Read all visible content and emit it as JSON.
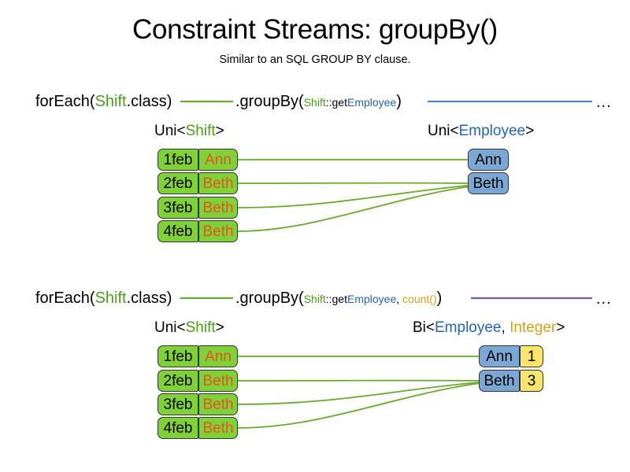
{
  "page": {
    "title": "Constraint Streams: groupBy()",
    "subtitle": "Similar to an SQL GROUP BY clause."
  },
  "colors": {
    "shift_green": "#80d037",
    "employee_blue": "#7ba7d4",
    "count_yellow": "#fbe46a",
    "name_orange": "#e8521e",
    "code_green": "#4d9b1f",
    "code_blue": "#2a63b5",
    "code_gold": "#d8a11a",
    "link_green": "#6aa82e",
    "link_blue": "#5b82c0",
    "link_purple": "#7b5a9e"
  },
  "sections": [
    {
      "id": "groupby-single",
      "code": {
        "for_each_open": "forEach(",
        "for_each_type": "Shift",
        "for_each_close": ".class)",
        "group_by_open": ".groupBy(",
        "mapper_class": "Shift",
        "mapper_sep": "::get",
        "mapper_prop": "Employee",
        "group_by_close": ")",
        "ellipsis": "..."
      },
      "left_label": {
        "prefix": "Uni<",
        "type": "Shift",
        "suffix": ">"
      },
      "right_label": {
        "prefix": "Uni<",
        "type": "Employee",
        "suffix": ">"
      },
      "shifts": [
        {
          "date": "1feb",
          "employee": "Ann"
        },
        {
          "date": "2feb",
          "employee": "Beth"
        },
        {
          "date": "3feb",
          "employee": "Beth"
        },
        {
          "date": "4feb",
          "employee": "Beth"
        }
      ],
      "results": [
        {
          "employee": "Ann"
        },
        {
          "employee": "Beth"
        }
      ]
    },
    {
      "id": "groupby-count",
      "code": {
        "for_each_open": "forEach(",
        "for_each_type": "Shift",
        "for_each_close": ".class)",
        "group_by_open": ".groupBy(",
        "mapper_class": "Shift",
        "mapper_sep": "::get",
        "mapper_prop": "Employee",
        "collector_sep": ", ",
        "collector": "count()",
        "group_by_close": ")",
        "ellipsis": "..."
      },
      "left_label": {
        "prefix": "Uni<",
        "type": "Shift",
        "suffix": ">"
      },
      "right_label": {
        "prefix": "Bi<",
        "type": "Employee",
        "sep": ", ",
        "type2": "Integer",
        "suffix": ">"
      },
      "shifts": [
        {
          "date": "1feb",
          "employee": "Ann"
        },
        {
          "date": "2feb",
          "employee": "Beth"
        },
        {
          "date": "3feb",
          "employee": "Beth"
        },
        {
          "date": "4feb",
          "employee": "Beth"
        }
      ],
      "results": [
        {
          "employee": "Ann",
          "count": "1"
        },
        {
          "employee": "Beth",
          "count": "3"
        }
      ]
    }
  ]
}
